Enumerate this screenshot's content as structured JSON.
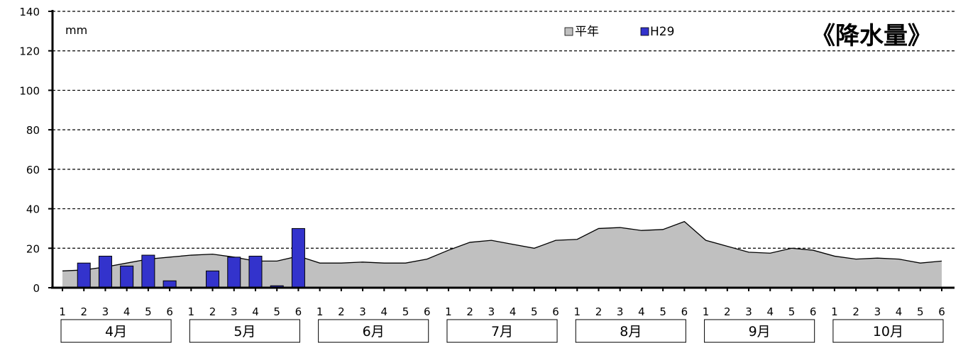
{
  "chart_data": {
    "type": "bar",
    "title": "《降水量》",
    "ylabel": "mm",
    "ylim": [
      0,
      140
    ],
    "yticks": [
      0,
      20,
      40,
      60,
      80,
      100,
      120,
      140
    ],
    "grid": true,
    "legend_position": "top-right",
    "months": [
      "4月",
      "5月",
      "6月",
      "7月",
      "8月",
      "9月",
      "10月"
    ],
    "period_labels": [
      "1",
      "2",
      "3",
      "4",
      "5",
      "6"
    ],
    "series": [
      {
        "name": "平年",
        "kind": "area",
        "color": "#c0c0c0",
        "values": [
          8.5,
          9,
          10.5,
          12.5,
          14.5,
          15.5,
          16.5,
          17,
          15.5,
          13.5,
          13.5,
          16,
          12.5,
          12.5,
          13,
          12.5,
          12.5,
          14.5,
          19,
          23,
          24,
          22,
          20,
          24,
          24.5,
          30,
          30.5,
          29,
          29.5,
          33.5,
          24,
          21,
          18,
          17.5,
          20,
          19,
          16,
          14.5,
          15,
          14.5,
          12.5,
          13.5
        ]
      },
      {
        "name": "H29",
        "kind": "bar",
        "color": "#3333cc",
        "values": [
          null,
          12.5,
          16,
          11,
          16.5,
          3.5,
          null,
          8.5,
          15.5,
          16,
          1,
          30
        ]
      }
    ]
  }
}
